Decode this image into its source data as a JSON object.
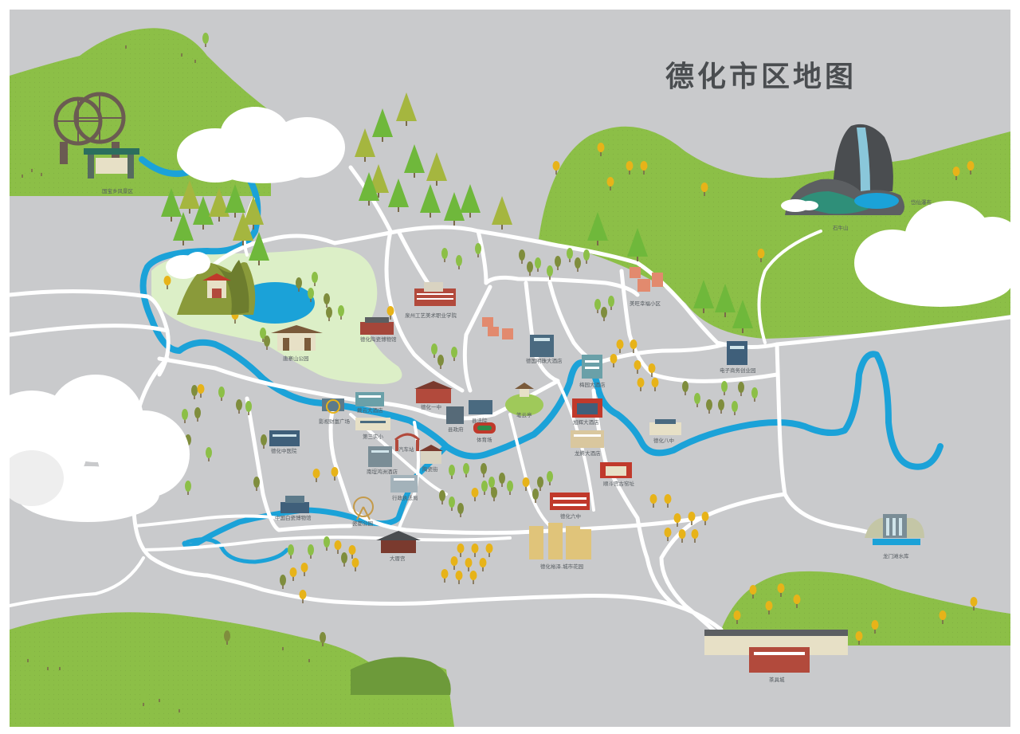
{
  "map": {
    "title": "德化市区地图",
    "colors": {
      "land": "#c9cacc",
      "hill_green": "#8cbf47",
      "hill_dark": "#6d9a3a",
      "park_light": "#dcefc7",
      "river": "#1ba2d8",
      "road": "#ffffff",
      "tree_yellow": "#e7b319",
      "cloud": "#ffffff"
    },
    "labels": {
      "gate_park": "国宝乡风景区",
      "tangzhaishan": "唐寨山公园",
      "ceramic_museum": "德化陶瓷博物馆",
      "college": "泉州工艺美术职业学院",
      "meiyuan_hotel": "美旺幸福小区",
      "shilong": "石牛山",
      "waterfall": "岱仙瀑布",
      "ecommerce": "电子商务创业园",
      "longsheng_hotel": "德国明珠大酒店",
      "meihu_hotel": "梅园大酒店",
      "fengsheng_hotel": "旭辉大酒店",
      "guanlan": "笔云亭",
      "county_gov": "县政府",
      "court": "县法院",
      "dehua_yizhong": "德化一中",
      "stadium": "体育场",
      "wealth_square": "影视财富广场",
      "huaqiao_hotel": "戴云大酒店",
      "third_school": "第三实小",
      "zhongyiyuan": "德化中医院",
      "bus_station": "汽车站",
      "taoci_street": "陶瓷街",
      "nanfeng_hotel": "南埕鸿洲酒店",
      "xingzheng": "行政执法局",
      "china_museum": "中国白瓷博物馆",
      "ferris_park": "瓷都公园",
      "dacheng_gong": "大厝宫",
      "dehua_liuzhong": "德化六中",
      "dehua_bazhong": "德化八中",
      "longteng_hotel": "龙腾大酒店",
      "hall_gongyi": "顺斗宫古窑址",
      "huajing_garden": "德化裕泽.城市花园",
      "reservoir": "龙门滩水库",
      "dongji_cheng": "茶具城"
    }
  }
}
